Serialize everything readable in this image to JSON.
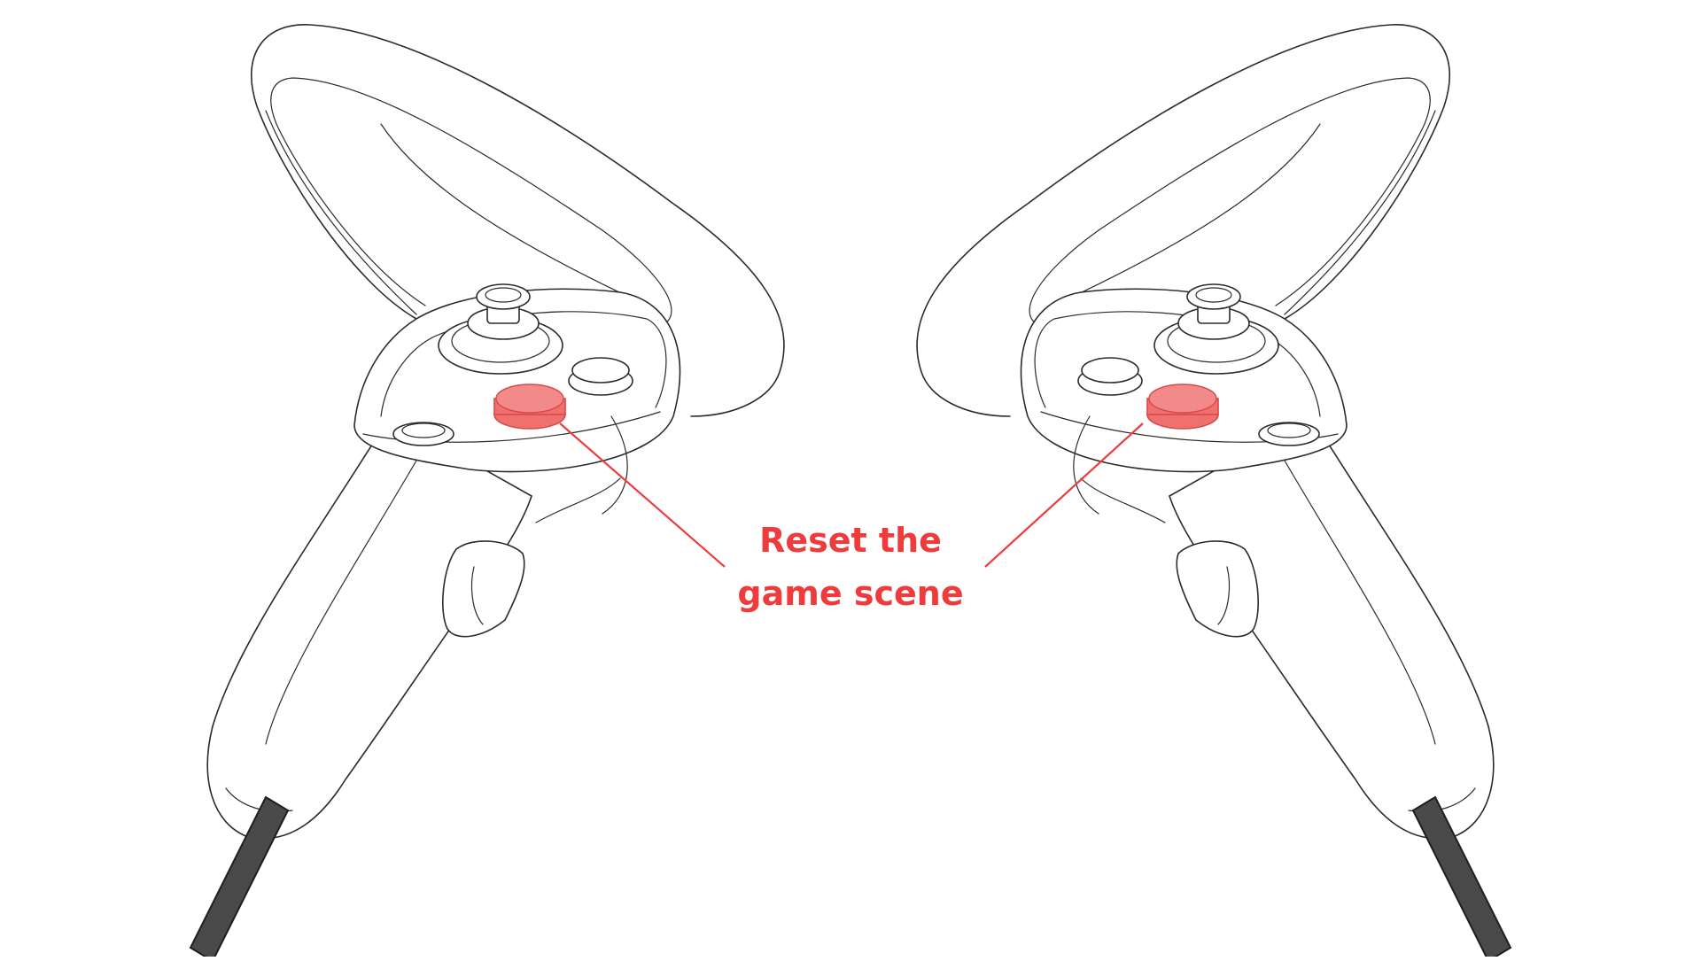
{
  "callout": {
    "line1": "Reset the",
    "line2": "game scene",
    "color": "#ee3b3b"
  },
  "controllers": [
    {
      "name": "left-controller",
      "highlighted_button": "reset-button"
    },
    {
      "name": "right-controller",
      "highlighted_button": "reset-button"
    }
  ],
  "colors": {
    "outline": "#2b2b2b",
    "highlight": "#f07070",
    "strap": "#4a4a4a"
  }
}
